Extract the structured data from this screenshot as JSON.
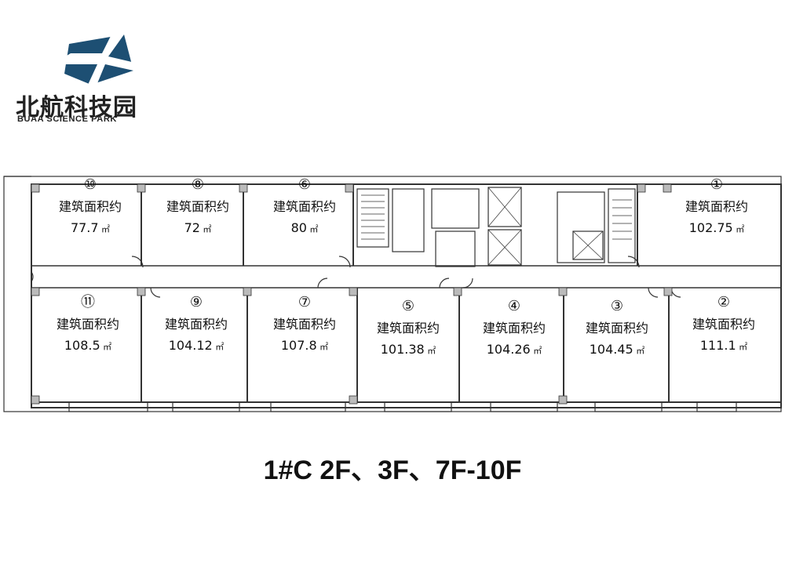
{
  "brand": {
    "name_cn": "北航科技园",
    "name_en": "BUAA SCIENCE PARK",
    "color": "#1d4f73"
  },
  "caption": "1#C  2F、3F、7F-10F",
  "area_label": "建筑面积约",
  "area_unit": "㎡",
  "rooms": [
    {
      "number": "⑩",
      "area": "77.7"
    },
    {
      "number": "⑧",
      "area": "72"
    },
    {
      "number": "⑥",
      "area": "80"
    },
    {
      "number": "①",
      "area": "102.75"
    },
    {
      "number": "⑪",
      "area": "108.5"
    },
    {
      "number": "⑨",
      "area": "104.12"
    },
    {
      "number": "⑦",
      "area": "107.8"
    },
    {
      "number": "⑤",
      "area": "101.38"
    },
    {
      "number": "④",
      "area": "104.26"
    },
    {
      "number": "③",
      "area": "104.45"
    },
    {
      "number": "②",
      "area": "111.1"
    }
  ]
}
